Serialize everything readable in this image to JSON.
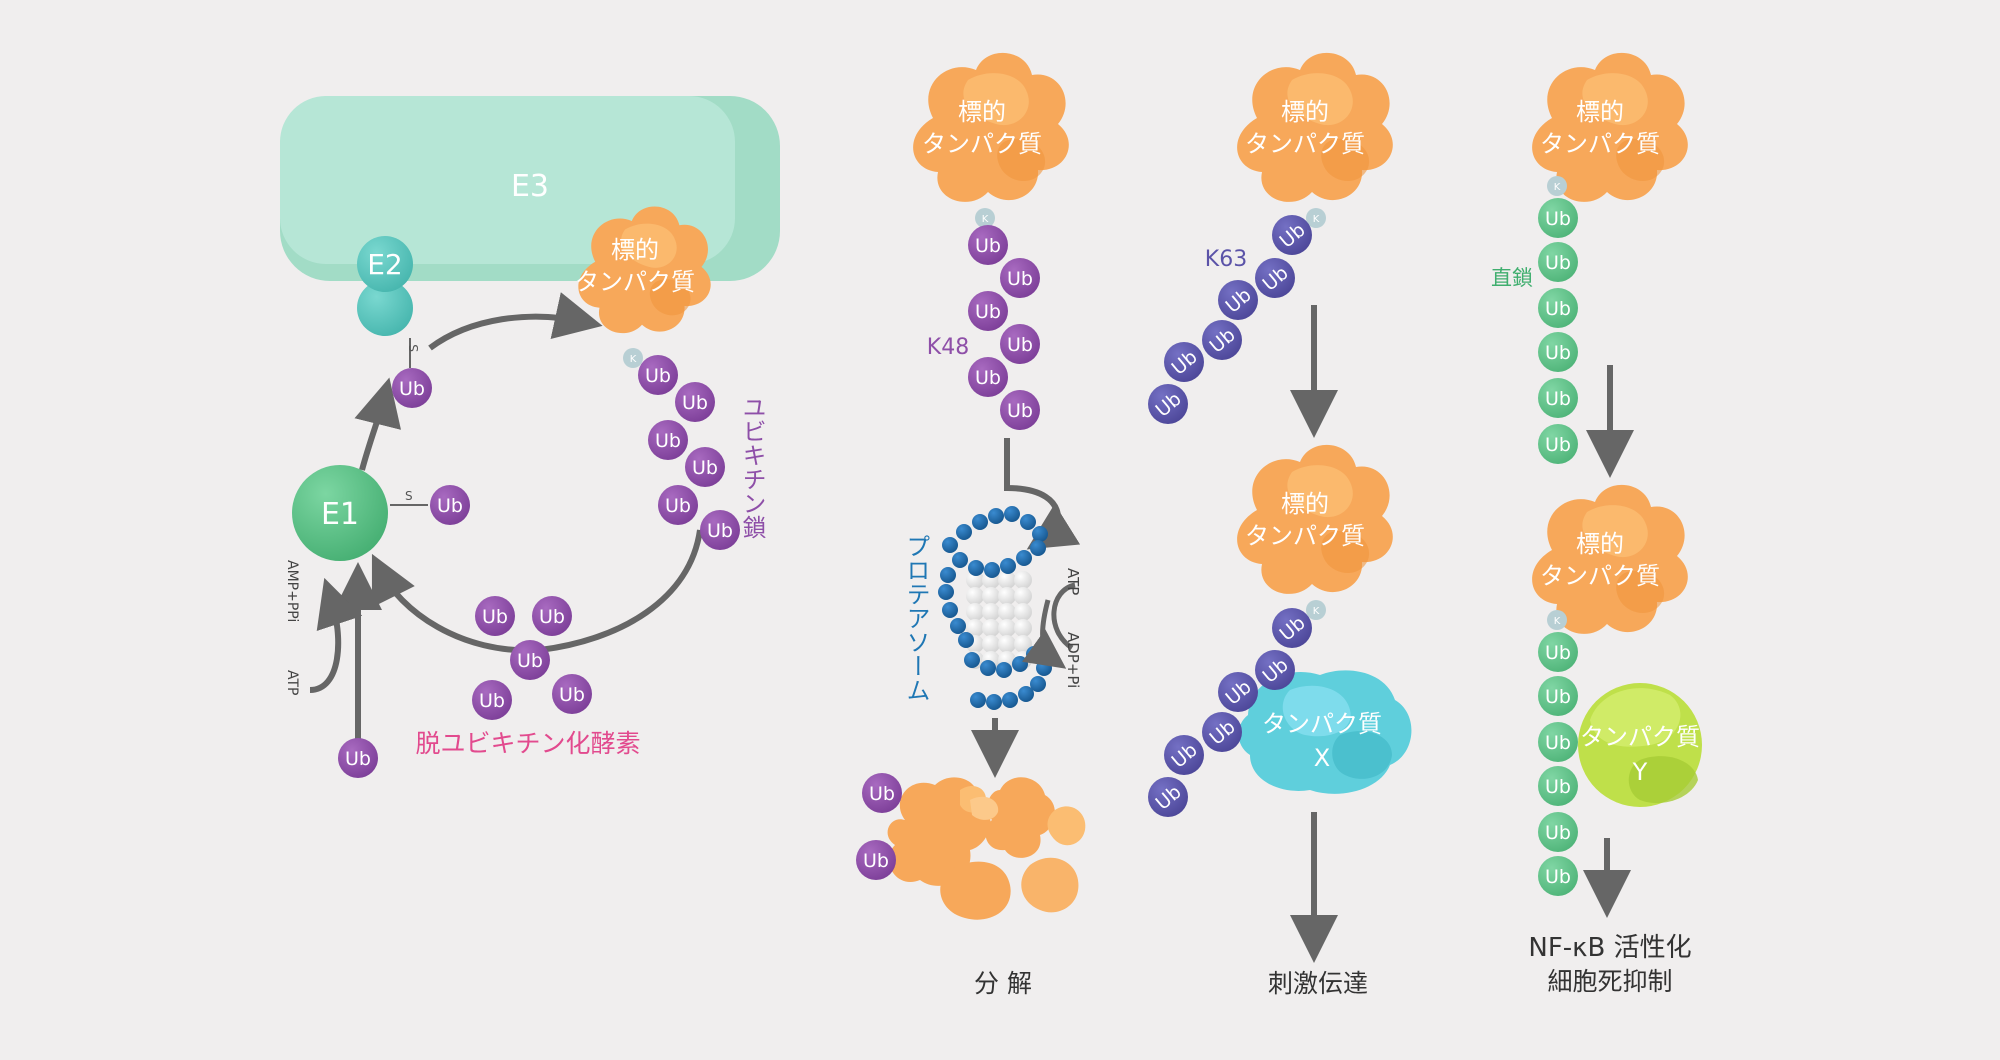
{
  "labels": {
    "e3": "E3",
    "e2": "E2",
    "e1": "E1",
    "ub": "Ub",
    "k": "K",
    "s": "S",
    "target_protein_line1": "標的",
    "target_protein_line2": "タンパク質",
    "ubiquitin_chain": "ユビキチン鎖",
    "deubiquitinase": "脱ユビキチン化酵素",
    "amp_ppi": "AMP+PPi",
    "atp": "ATP",
    "adp_pi": "ADP+Pi",
    "proteasome": "プロテアソーム",
    "k48": "K48",
    "k63": "K63",
    "linear": "直鎖",
    "degradation": "分 解",
    "signal_transduction": "刺激伝達",
    "protein_x_line1": "タンパク質",
    "protein_x_line2": "X",
    "protein_y_line1": "タンパク質",
    "protein_y_line2": "Y",
    "nfkb_line1": "NF-κB 活性化",
    "nfkb_line2": "細胞死抑制"
  },
  "colors": {
    "background": "#f0eeee",
    "e3": "#b4e4d4",
    "e2": "#5ec8c0",
    "e1": "#5cc48a",
    "ub_purple": "#8e4fa8",
    "ub_indigo": "#5b53a8",
    "ub_green": "#62c48c",
    "target_orange": "#f7a85a",
    "protein_x": "#5fcfdc",
    "protein_y": "#bfe04a",
    "proteasome_blue": "#1e6fae",
    "arrow": "#666666",
    "deubiquitinase_text": "#e24a8e",
    "proteasome_text": "#1f77b4"
  }
}
